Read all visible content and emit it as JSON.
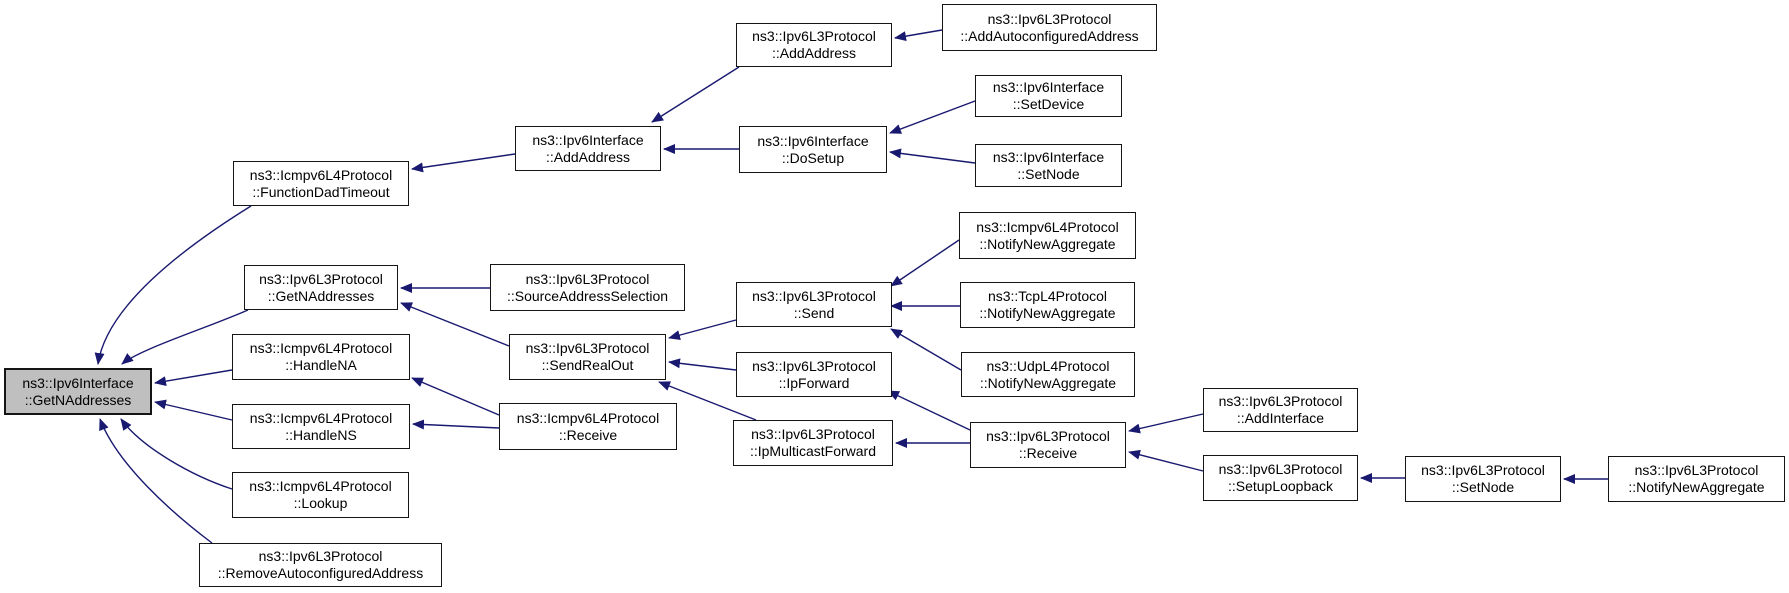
{
  "diagram": {
    "kind": "doxygen-caller-graph",
    "focus_function": "ns3::Ipv6Interface::GetNAddresses"
  },
  "colors": {
    "edge": "#191970",
    "node_border": "#151515",
    "node_fill": "#ffffff",
    "focus_fill": "#bfbfbf",
    "background": "#ffffff"
  },
  "nodes": [
    {
      "id": "main",
      "line1": "ns3::Ipv6Interface",
      "line2": "::GetNAddresses"
    },
    {
      "id": "fdt",
      "line1": "ns3::Icmpv6L4Protocol",
      "line2": "::FunctionDadTimeout"
    },
    {
      "id": "l3get",
      "line1": "ns3::Ipv6L3Protocol",
      "line2": "::GetNAddresses"
    },
    {
      "id": "hna",
      "line1": "ns3::Icmpv6L4Protocol",
      "line2": "::HandleNA"
    },
    {
      "id": "hns",
      "line1": "ns3::Icmpv6L4Protocol",
      "line2": "::HandleNS"
    },
    {
      "id": "lookup",
      "line1": "ns3::Icmpv6L4Protocol",
      "line2": "::Lookup"
    },
    {
      "id": "raa",
      "line1": "ns3::Ipv6L3Protocol",
      "line2": "::RemoveAutoconfiguredAddress"
    },
    {
      "id": "ifaddr",
      "line1": "ns3::Ipv6Interface",
      "line2": "::AddAddress"
    },
    {
      "id": "sas",
      "line1": "ns3::Ipv6L3Protocol",
      "line2": "::SourceAddressSelection"
    },
    {
      "id": "sro",
      "line1": "ns3::Ipv6L3Protocol",
      "line2": "::SendRealOut"
    },
    {
      "id": "icmprecv",
      "line1": "ns3::Icmpv6L4Protocol",
      "line2": "::Receive"
    },
    {
      "id": "l3addaddr",
      "line1": "ns3::Ipv6L3Protocol",
      "line2": "::AddAddress"
    },
    {
      "id": "dosetup",
      "line1": "ns3::Ipv6Interface",
      "line2": "::DoSetup"
    },
    {
      "id": "send",
      "line1": "ns3::Ipv6L3Protocol",
      "line2": "::Send"
    },
    {
      "id": "ipfwd",
      "line1": "ns3::Ipv6L3Protocol",
      "line2": "::IpForward"
    },
    {
      "id": "ipmfwd",
      "line1": "ns3::Ipv6L3Protocol",
      "line2": "::IpMulticastForward"
    },
    {
      "id": "aaa",
      "line1": "ns3::Ipv6L3Protocol",
      "line2": "::AddAutoconfiguredAddress"
    },
    {
      "id": "setdev",
      "line1": "ns3::Ipv6Interface",
      "line2": "::SetDevice"
    },
    {
      "id": "setnodeif",
      "line1": "ns3::Ipv6Interface",
      "line2": "::SetNode"
    },
    {
      "id": "icmpnna",
      "line1": "ns3::Icmpv6L4Protocol",
      "line2": "::NotifyNewAggregate"
    },
    {
      "id": "tcpnna",
      "line1": "ns3::TcpL4Protocol",
      "line2": "::NotifyNewAggregate"
    },
    {
      "id": "udpnna",
      "line1": "ns3::UdpL4Protocol",
      "line2": "::NotifyNewAggregate"
    },
    {
      "id": "l3recv",
      "line1": "ns3::Ipv6L3Protocol",
      "line2": "::Receive"
    },
    {
      "id": "addif",
      "line1": "ns3::Ipv6L3Protocol",
      "line2": "::AddInterface"
    },
    {
      "id": "setuplb",
      "line1": "ns3::Ipv6L3Protocol",
      "line2": "::SetupLoopback"
    },
    {
      "id": "l3setnode",
      "line1": "ns3::Ipv6L3Protocol",
      "line2": "::SetNode"
    },
    {
      "id": "l3nna",
      "line1": "ns3::Ipv6L3Protocol",
      "line2": "::NotifyNewAggregate"
    }
  ],
  "edges": [
    {
      "from": "fdt",
      "to": "main"
    },
    {
      "from": "l3get",
      "to": "main"
    },
    {
      "from": "hna",
      "to": "main"
    },
    {
      "from": "hns",
      "to": "main"
    },
    {
      "from": "lookup",
      "to": "main"
    },
    {
      "from": "raa",
      "to": "main"
    },
    {
      "from": "ifaddr",
      "to": "fdt"
    },
    {
      "from": "l3addaddr",
      "to": "ifaddr"
    },
    {
      "from": "dosetup",
      "to": "ifaddr"
    },
    {
      "from": "aaa",
      "to": "l3addaddr"
    },
    {
      "from": "setdev",
      "to": "dosetup"
    },
    {
      "from": "setnodeif",
      "to": "dosetup"
    },
    {
      "from": "sas",
      "to": "l3get"
    },
    {
      "from": "sro",
      "to": "l3get"
    },
    {
      "from": "send",
      "to": "sro"
    },
    {
      "from": "ipfwd",
      "to": "sro"
    },
    {
      "from": "ipmfwd",
      "to": "sro"
    },
    {
      "from": "icmpnna",
      "to": "send"
    },
    {
      "from": "tcpnna",
      "to": "send"
    },
    {
      "from": "udpnna",
      "to": "send"
    },
    {
      "from": "l3recv",
      "to": "ipfwd"
    },
    {
      "from": "l3recv",
      "to": "ipmfwd"
    },
    {
      "from": "icmprecv",
      "to": "hna"
    },
    {
      "from": "icmprecv",
      "to": "hns"
    },
    {
      "from": "addif",
      "to": "l3recv"
    },
    {
      "from": "setuplb",
      "to": "l3recv"
    },
    {
      "from": "l3setnode",
      "to": "setuplb"
    },
    {
      "from": "l3nna",
      "to": "l3setnode"
    }
  ]
}
